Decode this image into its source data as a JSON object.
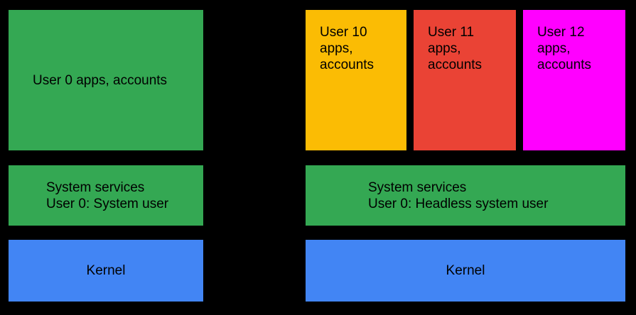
{
  "colors": {
    "background": "#000000",
    "green": "#34A853",
    "blue": "#4285F4",
    "yellow": "#FBBC04",
    "red": "#EA4335",
    "magenta": "#FF00FF",
    "text": "#000000"
  },
  "left_stack": {
    "apps_box": {
      "label": "User 0 apps, accounts",
      "color": "#34A853"
    },
    "system_services_box": {
      "label": "System services\nUser 0: System user",
      "color": "#34A853"
    },
    "kernel_box": {
      "label": "Kernel",
      "color": "#4285F4"
    }
  },
  "right_stack": {
    "user_apps_boxes": [
      {
        "label": "User 10\napps,\naccounts",
        "color": "#FBBC04"
      },
      {
        "label": "User 11\napps,\naccounts",
        "color": "#EA4335"
      },
      {
        "label": "User 12\napps,\naccounts",
        "color": "#FF00FF"
      }
    ],
    "system_services_box": {
      "label": "System services\nUser 0: Headless system user",
      "color": "#34A853"
    },
    "kernel_box": {
      "label": "Kernel",
      "color": "#4285F4"
    }
  }
}
